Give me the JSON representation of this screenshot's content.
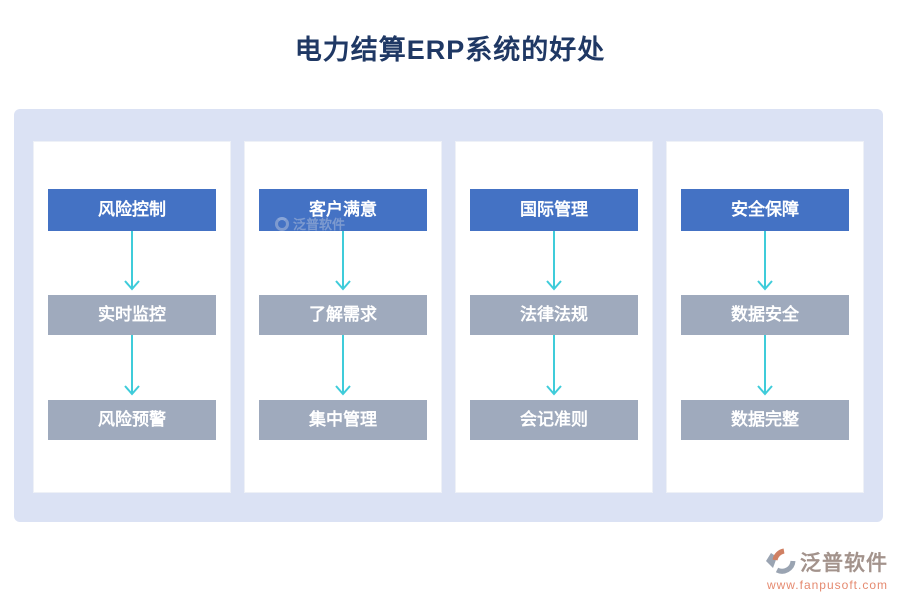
{
  "page": {
    "title": "电力结算ERP系统的好处"
  },
  "colors": {
    "title_text": "#1f3864",
    "panel_bg": "#dbe2f4",
    "card_bg": "#ffffff",
    "header_box_bg": "#4472c4",
    "item_box_bg": "#9faabd",
    "box_text": "#ffffff",
    "arrow": "#3fccda",
    "logo_text": "#a3938c",
    "logo_url_text": "#e58a70"
  },
  "columns": [
    {
      "header": "风险控制",
      "items": [
        "实时监控",
        "风险预警"
      ]
    },
    {
      "header": "客户满意",
      "items": [
        "了解需求",
        "集中管理"
      ]
    },
    {
      "header": "国际管理",
      "items": [
        "法律法规",
        "会记准则"
      ]
    },
    {
      "header": "安全保障",
      "items": [
        "数据安全",
        "数据完整"
      ]
    }
  ],
  "watermark": {
    "text": "泛普软件"
  },
  "footer_logo": {
    "name": "泛普软件",
    "url": "www.fanpusoft.com"
  }
}
